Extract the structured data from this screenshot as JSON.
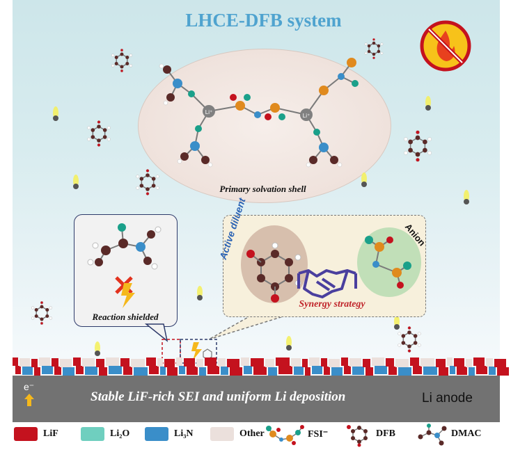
{
  "title": "LHCE-DFB system",
  "solvation_label": "Primary solvation shell",
  "li_ion_label": "Li⁺",
  "shielded_label": "Reaction shielded",
  "active_diluent_label": "Active diluent",
  "anion_label": "Anion",
  "synergy_label": "Synergy strategy",
  "anode": {
    "electron_label": "e⁻",
    "description": "Stable LiF-rich SEI and uniform Li deposition",
    "label": "Li anode"
  },
  "legend": {
    "lif": {
      "label": "LiF",
      "color": "#c4121e"
    },
    "li2o": {
      "label": "Li₂O",
      "color": "#6fcfbf"
    },
    "li3n": {
      "label": "Li₃N",
      "color": "#3a8ec9"
    },
    "other": {
      "label": "Other",
      "color": "#ebe0dc"
    },
    "fsi": {
      "label": "FSI⁻"
    },
    "dfb": {
      "label": "DFB"
    },
    "dmac": {
      "label": "DMAC"
    }
  },
  "colors": {
    "title": "#4fa3cf",
    "atom_carbon": "#5a2a28",
    "atom_oxygen": "#c4121e",
    "atom_nitrogen": "#3a8ec9",
    "atom_fluorine": "#1aa08a",
    "atom_sulfur": "#e08a1e",
    "atom_hydrogen": "#ffffff",
    "li_ion": "#808080",
    "no_fire_circle": "#f7c21a"
  },
  "icons": [
    "no-fire-icon",
    "lightning-icon",
    "handshake-icon",
    "cross-icon",
    "electron-arrow-icon"
  ]
}
